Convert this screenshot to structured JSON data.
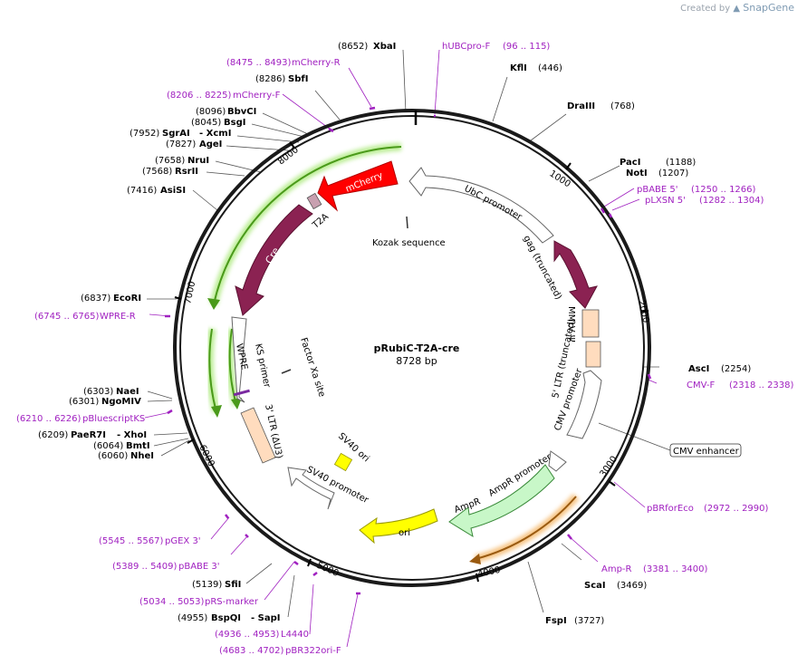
{
  "branding": {
    "created_by": "Created by",
    "product": "SnapGene"
  },
  "plasmid": {
    "name": "pRubiC-T2A-cre",
    "length": "8728 bp"
  },
  "ticks": [
    "1000",
    "2000",
    "3000",
    "4000",
    "5000",
    "6000",
    "7000",
    "8000"
  ],
  "features": [
    {
      "label": "mCherry"
    },
    {
      "label": "T2A"
    },
    {
      "label": "Cre"
    },
    {
      "label": "UbC promoter"
    },
    {
      "label": "gag (truncated)"
    },
    {
      "label": "MMLV Ψ"
    },
    {
      "label": "5' LTR (truncated)"
    },
    {
      "label": "CMV promoter"
    },
    {
      "label": "AmpR promoter"
    },
    {
      "label": "AmpR"
    },
    {
      "label": "ori"
    },
    {
      "label": "SV40 promoter"
    },
    {
      "label": "SV40 ori"
    },
    {
      "label": "3' LTR (ΔU3)"
    },
    {
      "label": "KS primer"
    },
    {
      "label": "WPRE"
    },
    {
      "label": "Factor Xa site"
    },
    {
      "label": "Kozak sequence"
    },
    {
      "label": "CMV enhancer"
    }
  ],
  "sites": [
    {
      "name": "XbaI",
      "pos": "(8652)"
    },
    {
      "name": "KflI",
      "pos": "(446)"
    },
    {
      "name": "DraIII",
      "pos": "(768)"
    },
    {
      "name": "PacI",
      "pos": "(1188)"
    },
    {
      "name": "NotI",
      "pos": "(1207)"
    },
    {
      "name": "AscI",
      "pos": "(2254)"
    },
    {
      "name": "ScaI",
      "pos": "(3469)"
    },
    {
      "name": "FspI",
      "pos": "(3727)"
    },
    {
      "name": "SbfI",
      "pos": "(8286)"
    },
    {
      "name": "BbvCI",
      "pos": "(8096)"
    },
    {
      "name": "BsgI",
      "pos": "(8045)"
    },
    {
      "name": "SgrAI",
      "pos": "(7952)"
    },
    {
      "name": "- XcmI",
      "pos": ""
    },
    {
      "name": "AgeI",
      "pos": "(7827)"
    },
    {
      "name": "NruI",
      "pos": "(7658)"
    },
    {
      "name": "RsrII",
      "pos": "(7568)"
    },
    {
      "name": "AsiSI",
      "pos": "(7416)"
    },
    {
      "name": "EcoRI",
      "pos": "(6837)"
    },
    {
      "name": "NaeI",
      "pos": "(6303)"
    },
    {
      "name": "NgoMIV",
      "pos": "(6301)"
    },
    {
      "name": "PaeR7I",
      "pos": "(6209)"
    },
    {
      "name": "- XhoI",
      "pos": ""
    },
    {
      "name": "BmtI",
      "pos": "(6064)"
    },
    {
      "name": "NheI",
      "pos": "(6060)"
    },
    {
      "name": "SfiI",
      "pos": "(5139)"
    },
    {
      "name": "BspQI",
      "pos": "(4955)"
    },
    {
      "name": "- SapI",
      "pos": ""
    }
  ],
  "primers": [
    {
      "name": "hUBCpro-F",
      "pos": "(96 .. 115)"
    },
    {
      "name": "mCherry-R",
      "pos": "(8475 .. 8493)"
    },
    {
      "name": "mCherry-F",
      "pos": "(8206 .. 8225)"
    },
    {
      "name": "pBABE 5'",
      "pos": "(1250 .. 1266)"
    },
    {
      "name": "pLXSN 5'",
      "pos": "(1282 .. 1304)"
    },
    {
      "name": "CMV-F",
      "pos": "(2318 .. 2338)"
    },
    {
      "name": "pBRforEco",
      "pos": "(2972 .. 2990)"
    },
    {
      "name": "Amp-R",
      "pos": "(3381 .. 3400)"
    },
    {
      "name": "WPRE-R",
      "pos": "(6745 .. 6765)"
    },
    {
      "name": "pBluescriptKS",
      "pos": "(6210 .. 6226)"
    },
    {
      "name": "pGEX 3'",
      "pos": "(5545 .. 5567)"
    },
    {
      "name": "pBABE 3'",
      "pos": "(5389 .. 5409)"
    },
    {
      "name": "pRS-marker",
      "pos": "(5034 .. 5053)"
    },
    {
      "name": "L4440",
      "pos": "(4936 .. 4953)"
    },
    {
      "name": "pBR322ori-F",
      "pos": "(4683 .. 4702)"
    }
  ],
  "colors": {
    "backbone": "#1a1a1a",
    "mcherry": "#ff0000",
    "cre": "#8b2252",
    "t2a": "#c8a0b0",
    "ampr_promoter": "#c8f7c8",
    "ori": "#ffff00",
    "ltr": "#ffdcbe",
    "primer": "#a020c0",
    "orf_green": "#4a9a1a",
    "orf_orange": "#9a5a10"
  }
}
